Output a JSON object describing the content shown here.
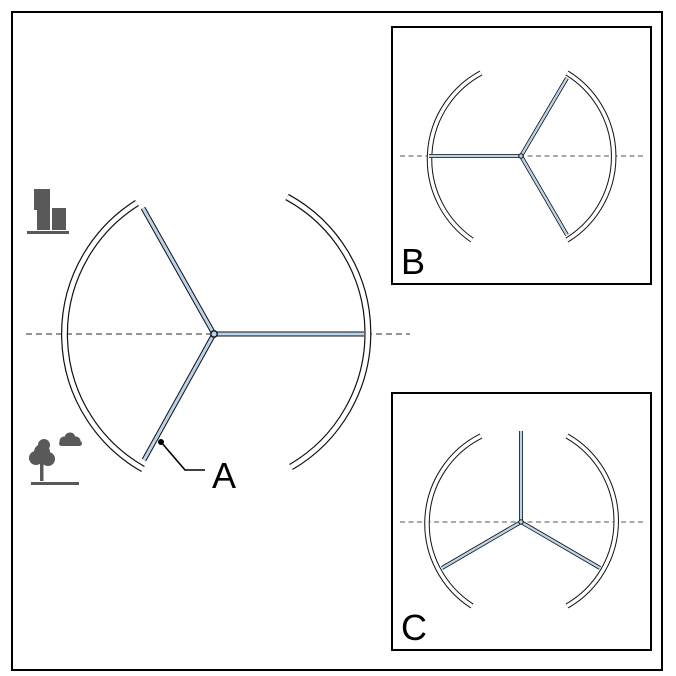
{
  "labels": {
    "main_callout": "A",
    "inset_b": "B",
    "inset_c": "C"
  },
  "icons": {
    "top_left": "building-icon",
    "bottom_left": "tree-cloud-icon"
  }
}
